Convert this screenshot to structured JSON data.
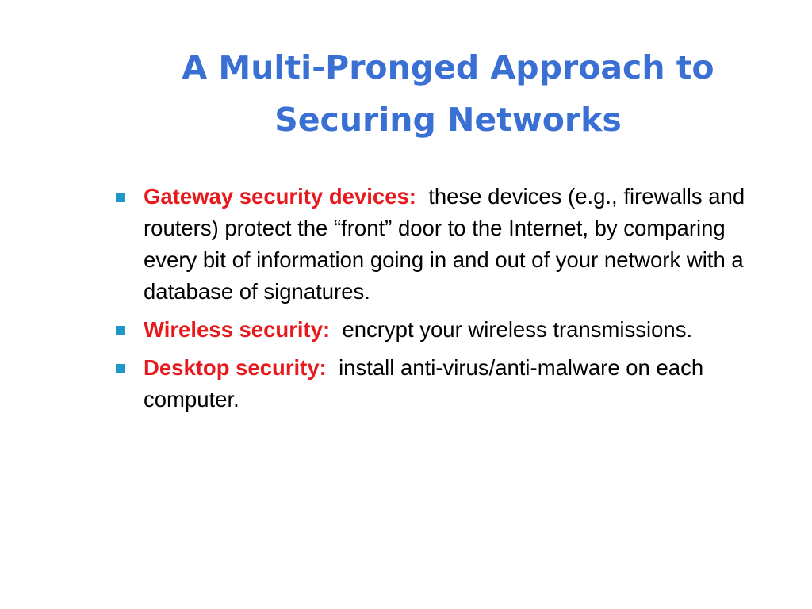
{
  "title": {
    "line1": "A Multi-Pronged Approach to",
    "line2": "Securing Networks"
  },
  "colors": {
    "title": "#3a6fd3",
    "term": "#e8191c",
    "bullet_marker": "#1f97c9",
    "body_text": "#000000",
    "background": "#ffffff"
  },
  "bullet_icon": "square-bullet-icon",
  "bullets": [
    {
      "term": "Gateway security devices:",
      "text": "these devices (e.g., firewalls and routers) protect the “front” door to the Internet, by comparing every bit of information going in and out of your network with a database of signatures."
    },
    {
      "term": "Wireless security:",
      "text": "encrypt your wireless transmissions."
    },
    {
      "term": "Desktop security:",
      "text": "install anti-virus/anti-malware on each computer."
    }
  ]
}
